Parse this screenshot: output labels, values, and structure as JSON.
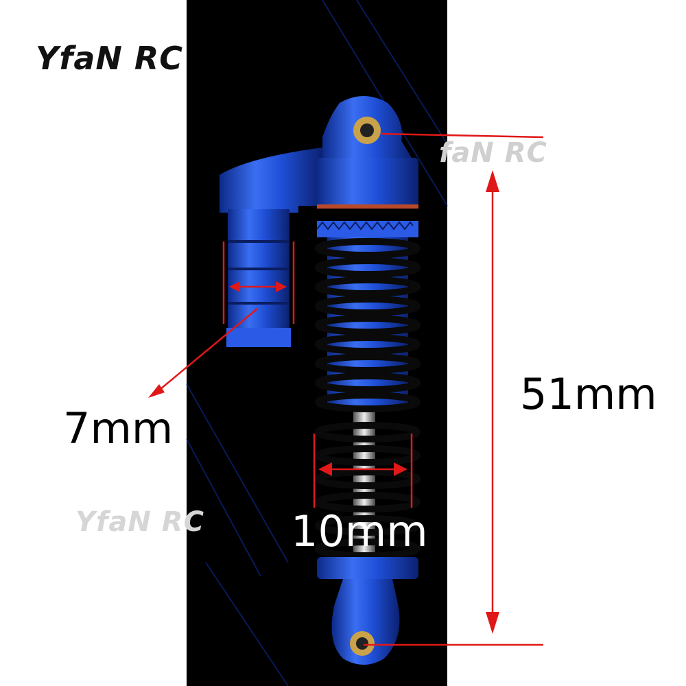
{
  "brand": {
    "logo_text": "YfaN RC",
    "watermark_1": "faN RC",
    "watermark_2": "YfaN RC"
  },
  "dimensions": {
    "overall_length": "51mm",
    "reservoir_diameter": "7mm",
    "spring_diameter": "10mm"
  },
  "colors": {
    "shock_body": "#1f4fd6",
    "shock_highlight": "#4a7cf0",
    "spring": "#0a0a0a",
    "annotation": "#e01818",
    "bushing": "#c9a24a"
  }
}
